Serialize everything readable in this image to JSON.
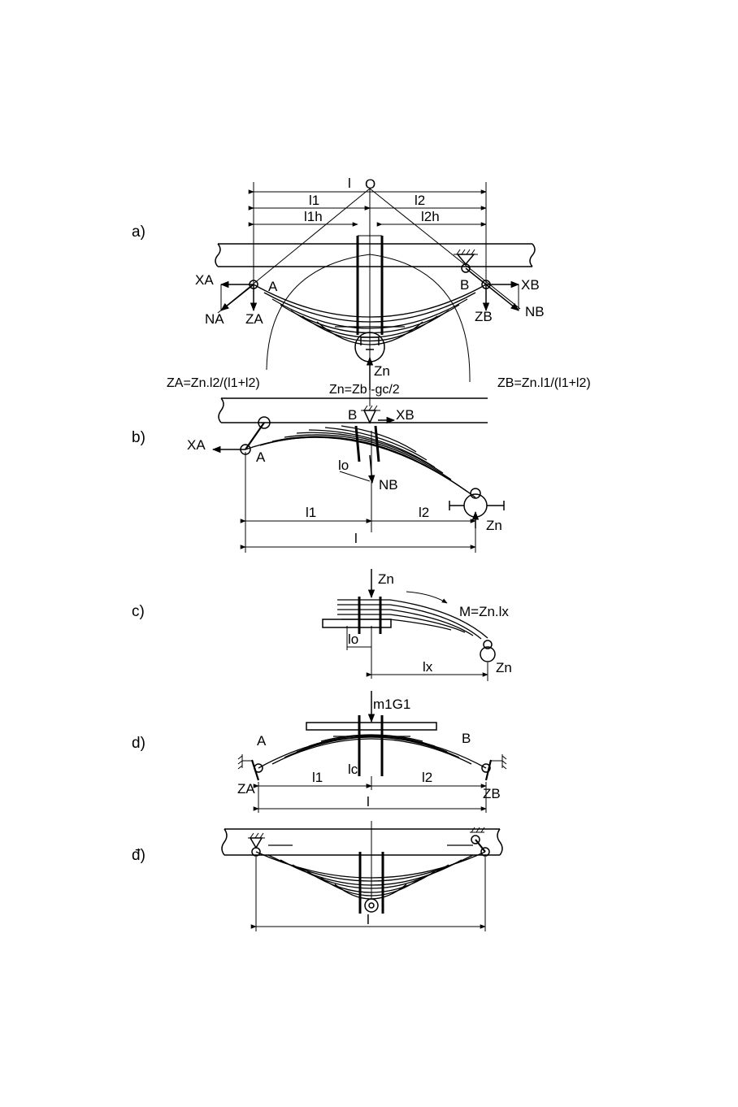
{
  "panels": {
    "a": {
      "label": "a)",
      "O": "O",
      "l": "l",
      "l1": "l1",
      "l2": "l2",
      "l1h": "l1h",
      "l2h": "l2h",
      "A": "A",
      "B": "B",
      "XA": "XA",
      "XB": "XB",
      "NA": "NA",
      "NB": "NB",
      "ZA": "ZA",
      "ZB": "ZB",
      "Zn": "Zn",
      "eq_ZA": "ZA=Zn.l2/(l1+l2)",
      "eq_Zn": "Zn=Zb -gc/2",
      "eq_ZB": "ZB=Zn.l1/(l1+l2)"
    },
    "b": {
      "label": "b)",
      "XA": "XA",
      "XB": "XB",
      "A": "A",
      "B": "B",
      "lo": "lo",
      "NB": "NB",
      "l1": "l1",
      "l2": "l2",
      "l": "l",
      "Zn": "Zn"
    },
    "c": {
      "label": "c)",
      "Zn_top": "Zn",
      "M": "M=Zn.lx",
      "lo": "lo",
      "lx": "lx",
      "Zn_end": "Zn"
    },
    "d": {
      "label": "d)",
      "load": "m1G1",
      "A": "A",
      "B": "B",
      "l1": "l1",
      "lc": "lc",
      "l2": "l2",
      "ZA": "ZA",
      "ZB": "ZB",
      "l": "l"
    },
    "dd": {
      "label": "đ)",
      "l": "l"
    }
  }
}
